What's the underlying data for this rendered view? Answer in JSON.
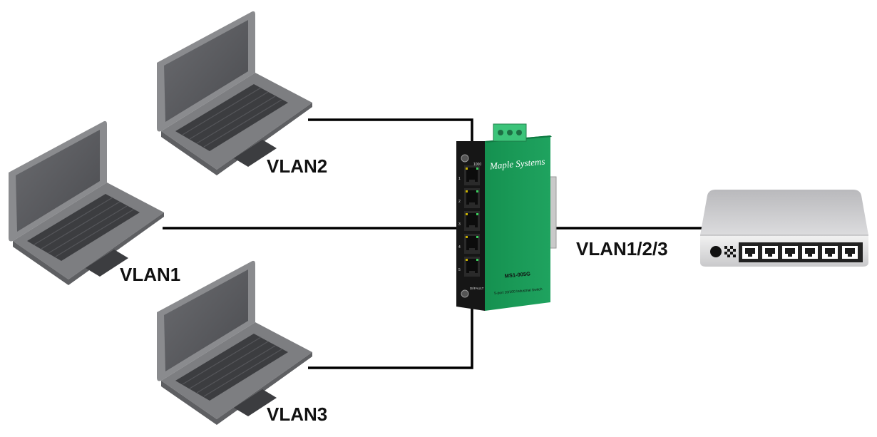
{
  "labels": {
    "laptop_top": "VLAN2",
    "laptop_middle": "VLAN1",
    "laptop_bottom": "VLAN3",
    "trunk": "VLAN1/2/3"
  },
  "switch": {
    "brand": "Maple Systems",
    "model": "MS1-005G",
    "description": "5-port 10/100 Industrial Switch",
    "speed_label": "1000",
    "port_numbers": [
      "1",
      "2",
      "3",
      "4",
      "5"
    ],
    "fault_label": "DI/FAULT"
  },
  "colors": {
    "switch_green": "#1a9a5a",
    "terminal_green": "#3cc47a",
    "laptop_gray": "#7a7b7e",
    "cable": "#000000"
  },
  "icons": [
    "laptop-icon",
    "industrial-switch-icon",
    "network-router-icon",
    "ethernet-port-icon"
  ]
}
